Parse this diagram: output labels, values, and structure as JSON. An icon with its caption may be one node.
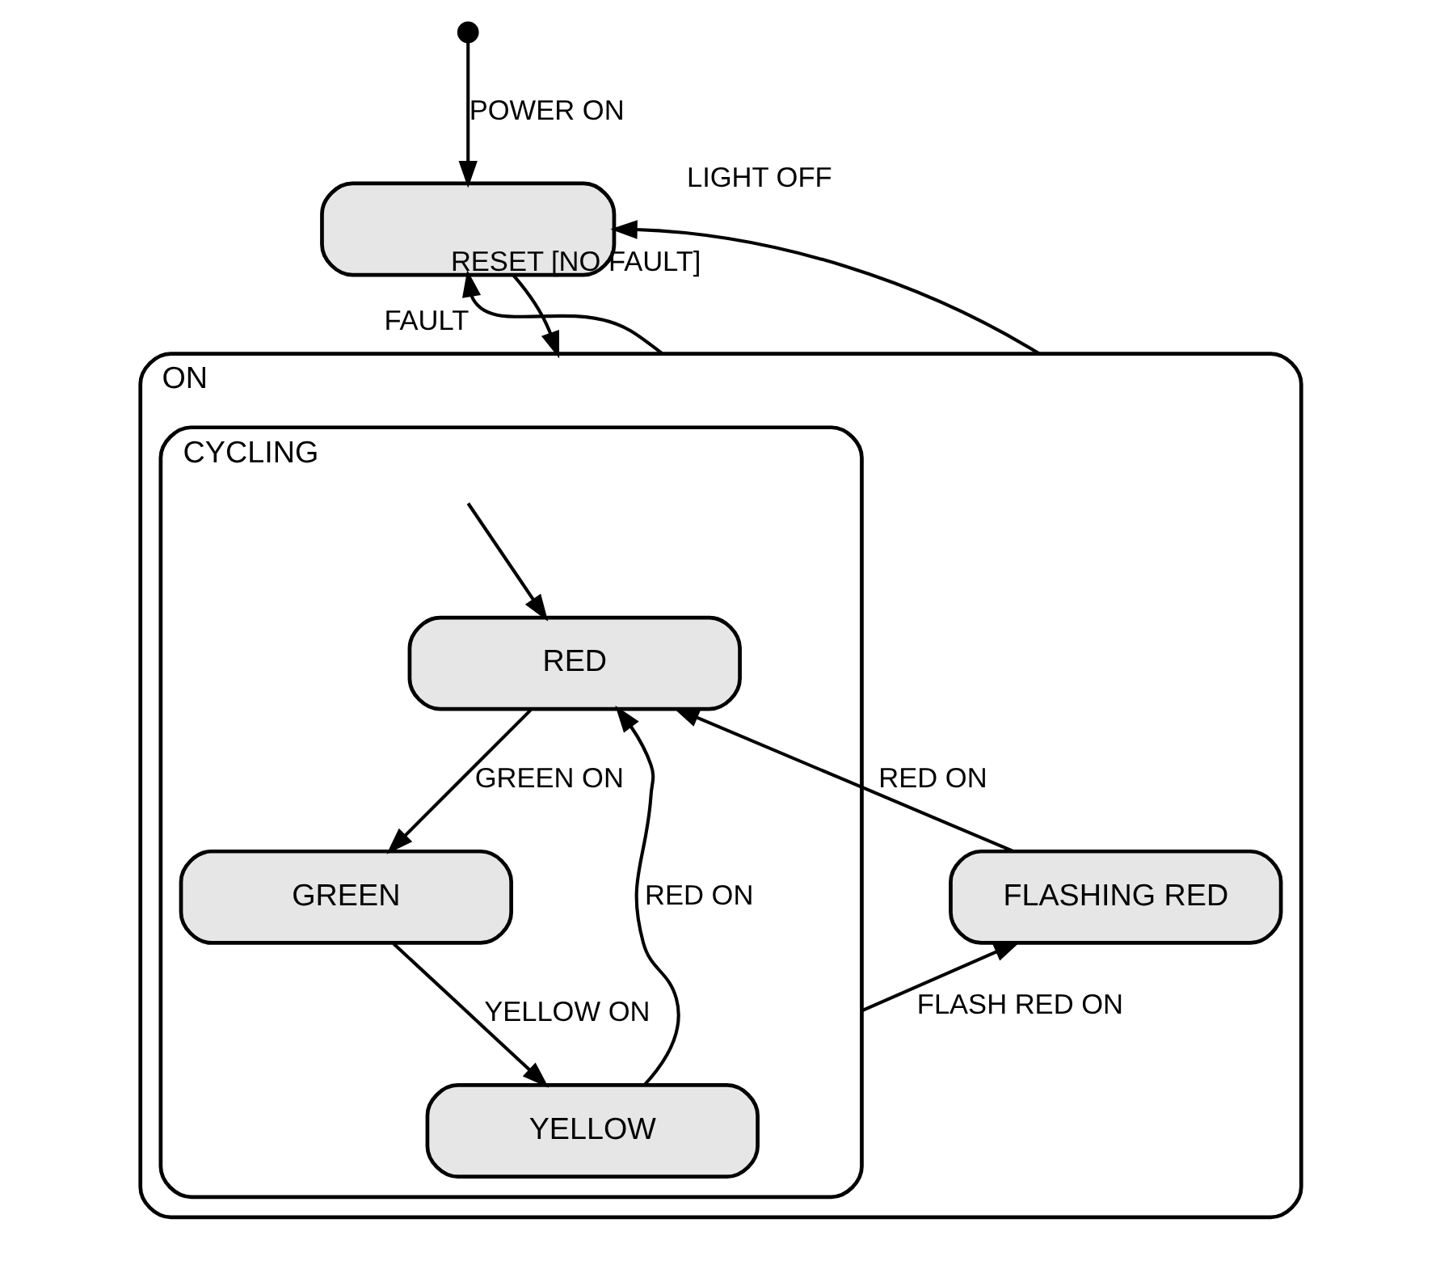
{
  "diagram": {
    "nodes": [
      {
        "text": [],
        "shape": "box"
      },
      {
        "text": [
          "ON"
        ]
      },
      {
        "text": [
          "CYCLING"
        ],
        "in": 1
      },
      {
        "text": [
          "RED"
        ],
        "in": 2
      },
      {
        "text": [
          "GREEN"
        ],
        "in": 2
      },
      {
        "text": [
          "YELLOW"
        ],
        "in": 2
      },
      {
        "text": [
          "FLASHING RED"
        ],
        "in": 1
      },
      {
        "text": [],
        "shape": "circle"
      }
    ],
    "edges": [
      {
        "from": 7,
        "to": 0,
        "arrow": "to",
        "label": "POWER ON"
      },
      {
        "from": 0,
        "to": 1,
        "arrow": "to",
        "label": "RESET [NO FAULT]"
      },
      {
        "from": 1,
        "to": 0,
        "arrow": "to",
        "label": "FAULT"
      },
      {
        "from": 1,
        "to": 0,
        "arrow": "to",
        "label": "LIGHT OFF"
      },
      {
        "from": null,
        "to": 3,
        "arrow": "to"
      },
      {
        "from": 3,
        "to": 4,
        "arrow": "to",
        "label": "GREEN ON"
      },
      {
        "from": 4,
        "to": 5,
        "arrow": "to",
        "label": "YELLOW ON"
      },
      {
        "from": 5,
        "to": 3,
        "arrow": "to",
        "label": "RED ON"
      },
      {
        "from": 2,
        "to": 6,
        "arrow": "to",
        "label": "FLASH RED ON"
      },
      {
        "from": 6,
        "to": 3,
        "arrow": "to",
        "label": "RED ON"
      }
    ]
  }
}
